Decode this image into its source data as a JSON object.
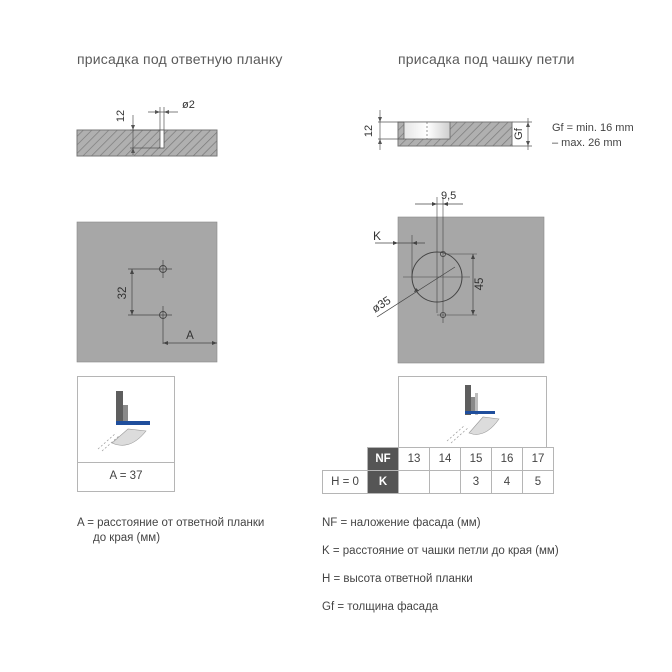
{
  "titles": {
    "left": "присадка под ответную планку",
    "right": "присадка под чашку петли"
  },
  "dimensions": {
    "plate_depth": "12",
    "plate_hole_diameter": "ø2",
    "plate_hole_spacing": "32",
    "plate_edge_distance": "A",
    "cup_depth": "12",
    "facade_thickness": "Gf",
    "cup_offset": "9,5",
    "cup_edge_distance": "K",
    "cup_hole_spacing": "45",
    "cup_diameter": "ø35"
  },
  "gf_note": [
    "Gf = min. 16 mm",
    "– max. 26 mm"
  ],
  "left_result": "A = 37",
  "nf_table": {
    "header_label": "NF",
    "nf_values": [
      "13",
      "14",
      "15",
      "16",
      "17"
    ],
    "row_label": "H = 0",
    "row_key": "K",
    "k_values": [
      "",
      "",
      "3",
      "4",
      "5"
    ]
  },
  "left_legend": [
    "A = расстояние от ответной планки",
    "до края (мм)"
  ],
  "right_legend": [
    "NF = наложение фасада (мм)",
    "K = расстояние от чашки петли до края (мм)",
    "H = высота ответной планки",
    "Gf = толщина фасада"
  ],
  "colors": {
    "panel": "#a7a7a7",
    "hatch_bg": "#b0b0b0",
    "line": "#555555",
    "accent": "#1f4e9c",
    "dark_cell": "#555555"
  }
}
